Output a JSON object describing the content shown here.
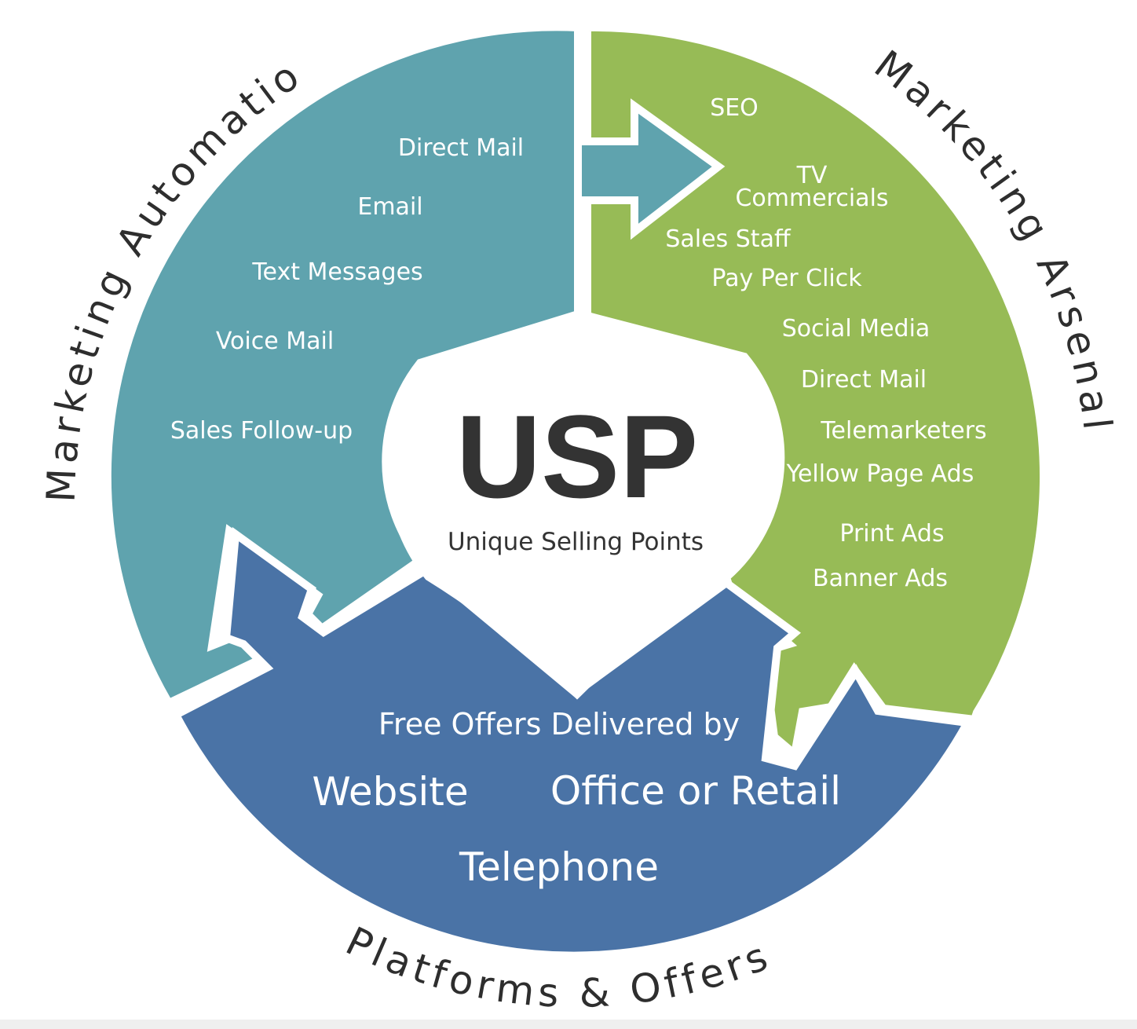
{
  "colors": {
    "automation": "#5fa3ae",
    "arsenal": "#97bb56",
    "platforms": "#4a73a6",
    "center": "#ffffff",
    "text_dark": "#333333"
  },
  "center": {
    "title": "USP",
    "subtitle": "Unique Selling Points"
  },
  "automation": {
    "title": "Marketing Automation",
    "items": [
      "Direct Mail",
      "Email",
      "Text Messages",
      "Voice Mail",
      "Sales Follow-up"
    ]
  },
  "arsenal": {
    "title": "Marketing Arsenal",
    "items": [
      "SEO",
      "TV",
      "Commercials",
      "Sales Staff",
      "Pay Per Click",
      "Social Media",
      "Direct Mail",
      "Telemarketers",
      "Yellow Page Ads",
      "Print Ads",
      "Banner Ads"
    ]
  },
  "platforms": {
    "title": "Platforms & Offers",
    "lead": "Free Offers Delivered by",
    "items": [
      "Website",
      "Office or Retail",
      "Telephone"
    ]
  }
}
